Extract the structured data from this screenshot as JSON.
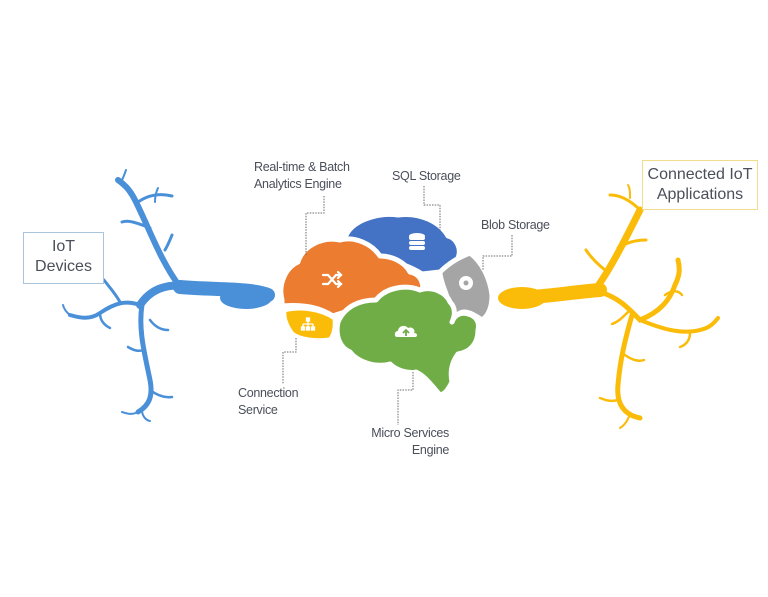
{
  "colors": {
    "devices_branch": "#4a90d9",
    "applications_branch": "#fbbc09",
    "analytics_lobe": "#ec7c30",
    "sql_lobe": "#4472c4",
    "blob_lobe": "#a5a5a5",
    "connection_lobe": "#fbbc09",
    "microservices_lobe": "#70ad47",
    "label_text": "#4a4f5a",
    "leader_line": "#6b6b6b"
  },
  "left_box": {
    "line1": "IoT",
    "line2": "Devices"
  },
  "right_box": {
    "line1": "Connected IoT",
    "line2": "Applications"
  },
  "components": {
    "analytics": {
      "line1": "Real-time & Batch",
      "line2": "Analytics Engine",
      "icon": "shuffle-icon"
    },
    "sql": {
      "line1": "SQL Storage",
      "icon": "database-icon"
    },
    "blob": {
      "line1": "Blob Storage",
      "icon": "disc-icon"
    },
    "connection": {
      "line1": "Connection",
      "line2": "Service",
      "icon": "hierarchy-icon"
    },
    "microservices": {
      "line1": "Micro Services",
      "line2": "Engine",
      "icon": "cloud-upload-icon"
    }
  }
}
